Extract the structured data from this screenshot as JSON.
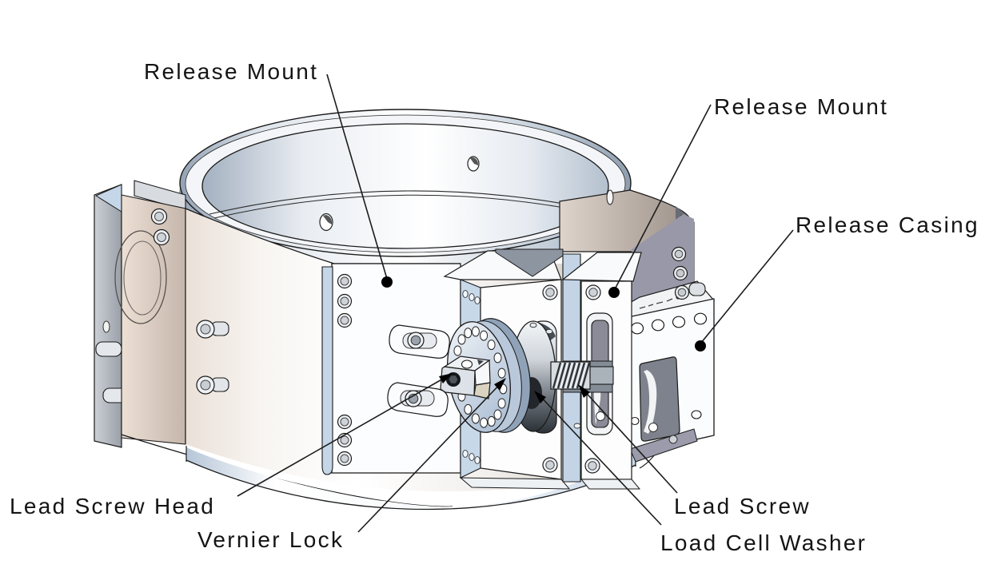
{
  "figure": {
    "type": "cad-assembly-annotated-diagram",
    "background": "#ffffff",
    "line_color": "#1a1a1a",
    "accent_blue": "#c7d8e9",
    "band_tint": "#e8dfd8",
    "metal_dark": "#3a4046",
    "labels": [
      {
        "id": "release-mount-left",
        "text": "Release Mount"
      },
      {
        "id": "release-mount-right",
        "text": "Release Mount"
      },
      {
        "id": "release-casing",
        "text": "Release Casing"
      },
      {
        "id": "lead-screw-head",
        "text": "Lead Screw Head"
      },
      {
        "id": "vernier-lock",
        "text": "Vernier Lock"
      },
      {
        "id": "lead-screw",
        "text": "Lead Screw"
      },
      {
        "id": "load-cell-washer",
        "text": "Load Cell Washer"
      }
    ]
  }
}
